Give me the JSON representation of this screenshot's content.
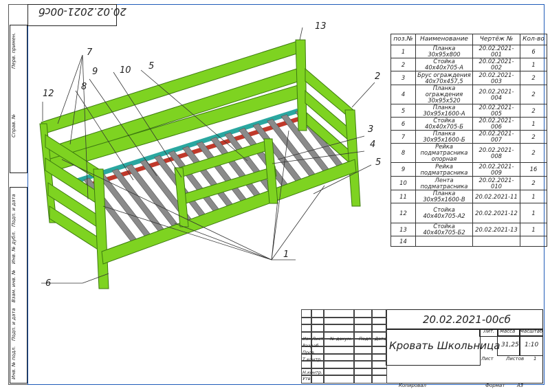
{
  "corner_code": "20.02.2021-00сб",
  "side_labels": [
    "Перв. примен.",
    "Справ. №",
    "Подп. и дата",
    "Инв. № дубл.",
    "Взам. инв. №",
    "Подп. и дата",
    "Инв. № подл."
  ],
  "callouts": [
    "1",
    "2",
    "3",
    "4",
    "5",
    "5",
    "6",
    "7",
    "8",
    "9",
    "10",
    "12",
    "13"
  ],
  "bom": {
    "headers": [
      "поз.№",
      "Наименование",
      "Чертёж №",
      "Кол-во"
    ],
    "rows": [
      {
        "pos": "1",
        "name": "Планка 30х95х800",
        "drawing": "20.02.2021-001",
        "qty": "6"
      },
      {
        "pos": "2",
        "name": "Стойка 40х40х705-А",
        "drawing": "20.02.2021-002",
        "qty": "1"
      },
      {
        "pos": "3",
        "name": "Брус ограждения 40х70х457,5",
        "drawing": "20.02.2021-003",
        "qty": "2"
      },
      {
        "pos": "4",
        "name": "Планка ограждения 30х95х520",
        "drawing": "20.02.2021-004",
        "qty": "2"
      },
      {
        "pos": "5",
        "name": "Планка 30х95х1600-А",
        "drawing": "20.02.2021-005",
        "qty": "2"
      },
      {
        "pos": "6",
        "name": "Стойка 40х40х705-Б",
        "drawing": "20.02.2021-006",
        "qty": "1"
      },
      {
        "pos": "7",
        "name": "Планка 30х95х1600-Б",
        "drawing": "20.02.2021-007",
        "qty": "2"
      },
      {
        "pos": "8",
        "name": "Рейка подматрасника опорная",
        "drawing": "20.02.2021-008",
        "qty": "2"
      },
      {
        "pos": "9",
        "name": "Рейка подматрасника",
        "drawing": "20.02.2021-009",
        "qty": "16"
      },
      {
        "pos": "10",
        "name": "Лента подматрасника",
        "drawing": "20.02.2021-010",
        "qty": "2"
      },
      {
        "pos": "11",
        "name": "Планка 30х95х1600-В",
        "drawing": "20.02.2021-11",
        "qty": "1"
      },
      {
        "pos": "12",
        "name": "Стойка 40х40х705-А2",
        "drawing": "20.02.2021-12",
        "qty": "1"
      },
      {
        "pos": "13",
        "name": "Стойка 40х40х705-Б2",
        "drawing": "20.02.2021-13",
        "qty": "1"
      },
      {
        "pos": "14",
        "name": "",
        "drawing": "",
        "qty": ""
      }
    ]
  },
  "title_block": {
    "doc_code": "20.02.2021-00сб",
    "title": "Кровать Школьница",
    "mass": "31,25",
    "scale": "1:10",
    "lit_label": "Лит.",
    "mass_label": "Масса",
    "scale_label": "Масштаб",
    "sheet_label": "Лист",
    "sheets_label": "Листов",
    "sheets_value": "1",
    "change_labels": [
      "Изм",
      "Лист",
      "№ докум.",
      "Подп.",
      "Дата"
    ],
    "roles": [
      "Разраб.",
      "Пров.",
      "Т.контр.",
      "",
      "Н.контр.",
      "Утв."
    ],
    "copied_label": "Копировал",
    "format_label": "Формат",
    "format_value": "А3"
  },
  "colors": {
    "wood": "#7ed321",
    "wood_dark": "#4a8a14",
    "slat": "#8a8a8a",
    "red_band": "#c0392b",
    "teal_band": "#2aa7a0",
    "frame": "#1e5bb8"
  }
}
